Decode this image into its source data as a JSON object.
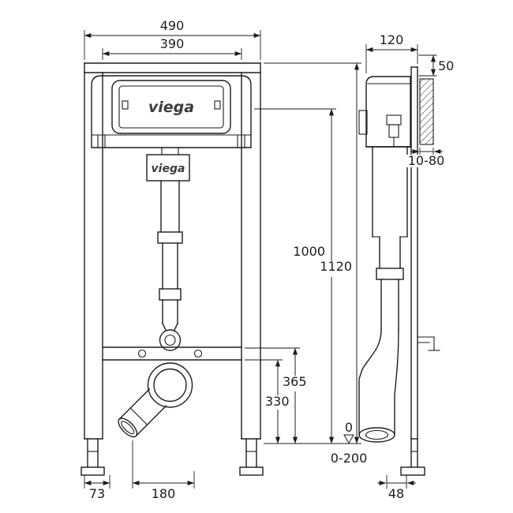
{
  "colors": {
    "line": "#1d1d1d",
    "dim": "#1d1d1d",
    "logo": "#3c3c3c",
    "background": "#ffffff"
  },
  "brand": {
    "logo_primary": "viega",
    "logo_secondary": "viega"
  },
  "front_view": {
    "dims": {
      "overall_width": "490",
      "inner_width": "390",
      "flush_height": "1000",
      "frame_height": "1120",
      "bracket_height_upper": "365",
      "bracket_height_lower": "330",
      "datum_zero": "0",
      "floor_adjust_range": "0-200",
      "foot_offset": "73",
      "outlet_offset": "180"
    }
  },
  "side_view": {
    "dims": {
      "frame_depth": "120",
      "top_rail_offset": "50",
      "wall_adjust_range": "10-80",
      "foot_depth": "48"
    }
  }
}
